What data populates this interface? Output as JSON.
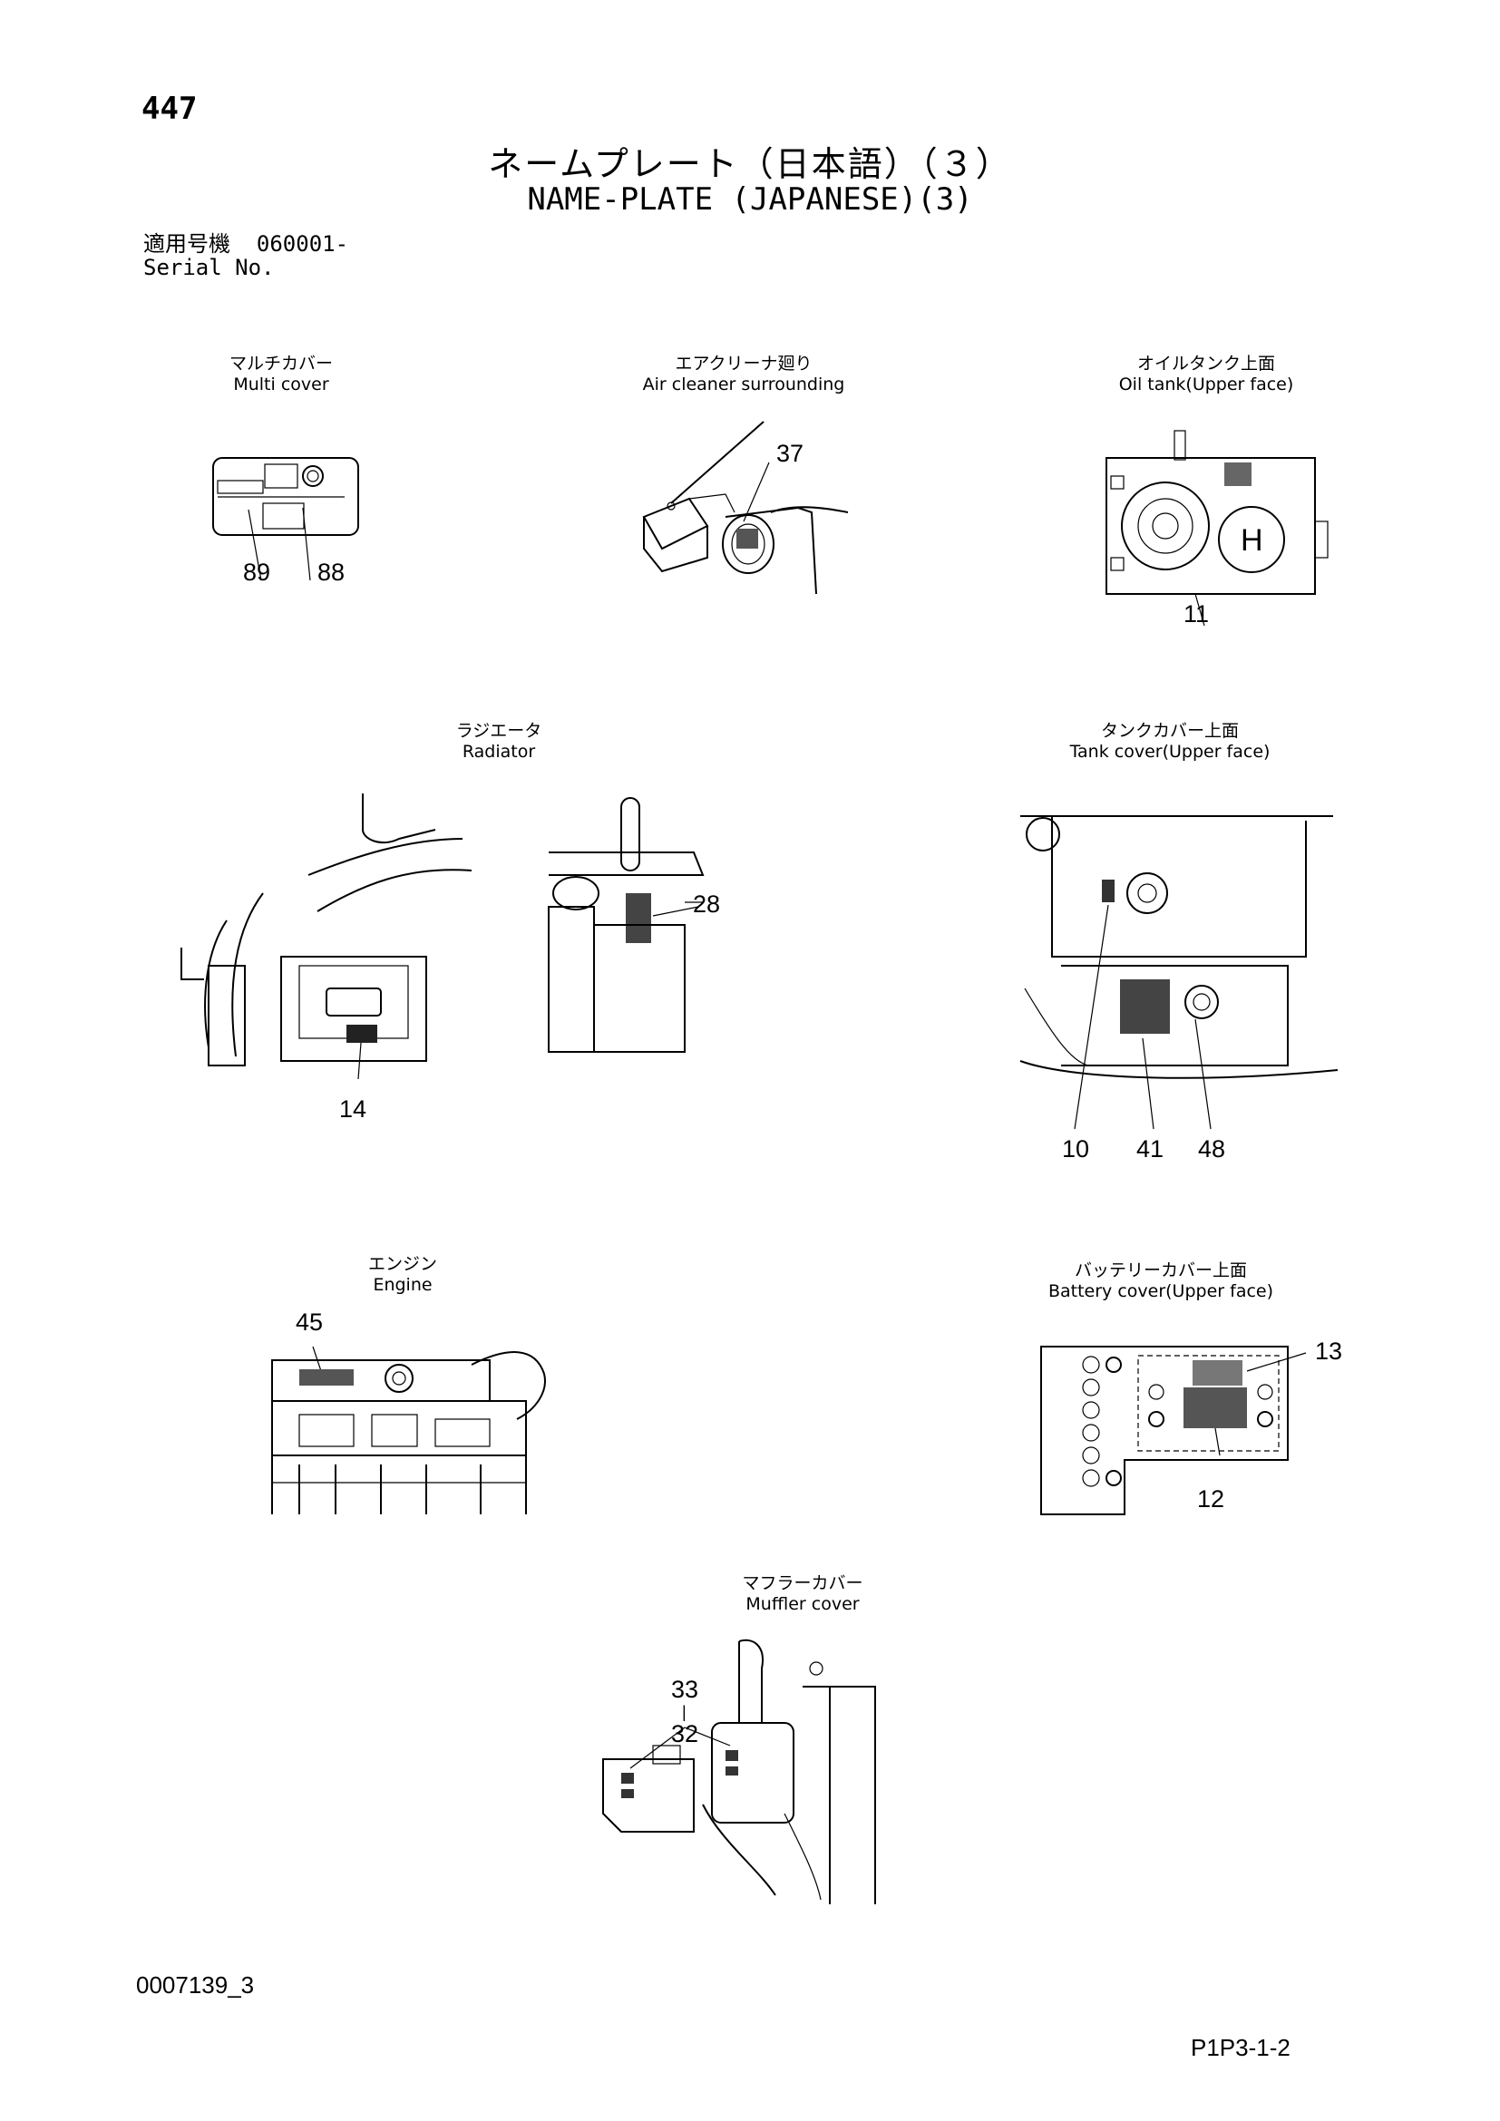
{
  "page_number": "447",
  "title_jp": "ネームプレート（日本語）（３）",
  "title_en": "NAME-PLATE (JAPANESE)(3)",
  "serial": {
    "jp_label": "適用号機",
    "value": "060001-",
    "en_label": "Serial No."
  },
  "views": [
    {
      "jp": "マルチカバー",
      "en": "Multi cover",
      "callouts": [
        "89",
        "88"
      ]
    },
    {
      "jp": "エアクリーナ廻り",
      "en": "Air cleaner surrounding",
      "callouts": [
        "37"
      ]
    },
    {
      "jp": "オイルタンク上面",
      "en": "Oil tank(Upper face)",
      "callouts": [
        "11"
      ]
    },
    {
      "jp": "ラジエータ",
      "en": "Radiator",
      "callouts": [
        "14",
        "28"
      ]
    },
    {
      "jp": "タンクカバー上面",
      "en": "Tank cover(Upper face)",
      "callouts": [
        "10",
        "41",
        "48"
      ]
    },
    {
      "jp": "エンジン",
      "en": "Engine",
      "callouts": [
        "45"
      ]
    },
    {
      "jp": "バッテリーカバー上面",
      "en": "Battery cover(Upper face)",
      "callouts": [
        "13",
        "12"
      ]
    },
    {
      "jp": "マフラーカバー",
      "en": "Muffler cover",
      "callouts": [
        "33",
        "32"
      ]
    }
  ],
  "doc_id": "0007139_3",
  "page_ref": "P1P3-1-2"
}
